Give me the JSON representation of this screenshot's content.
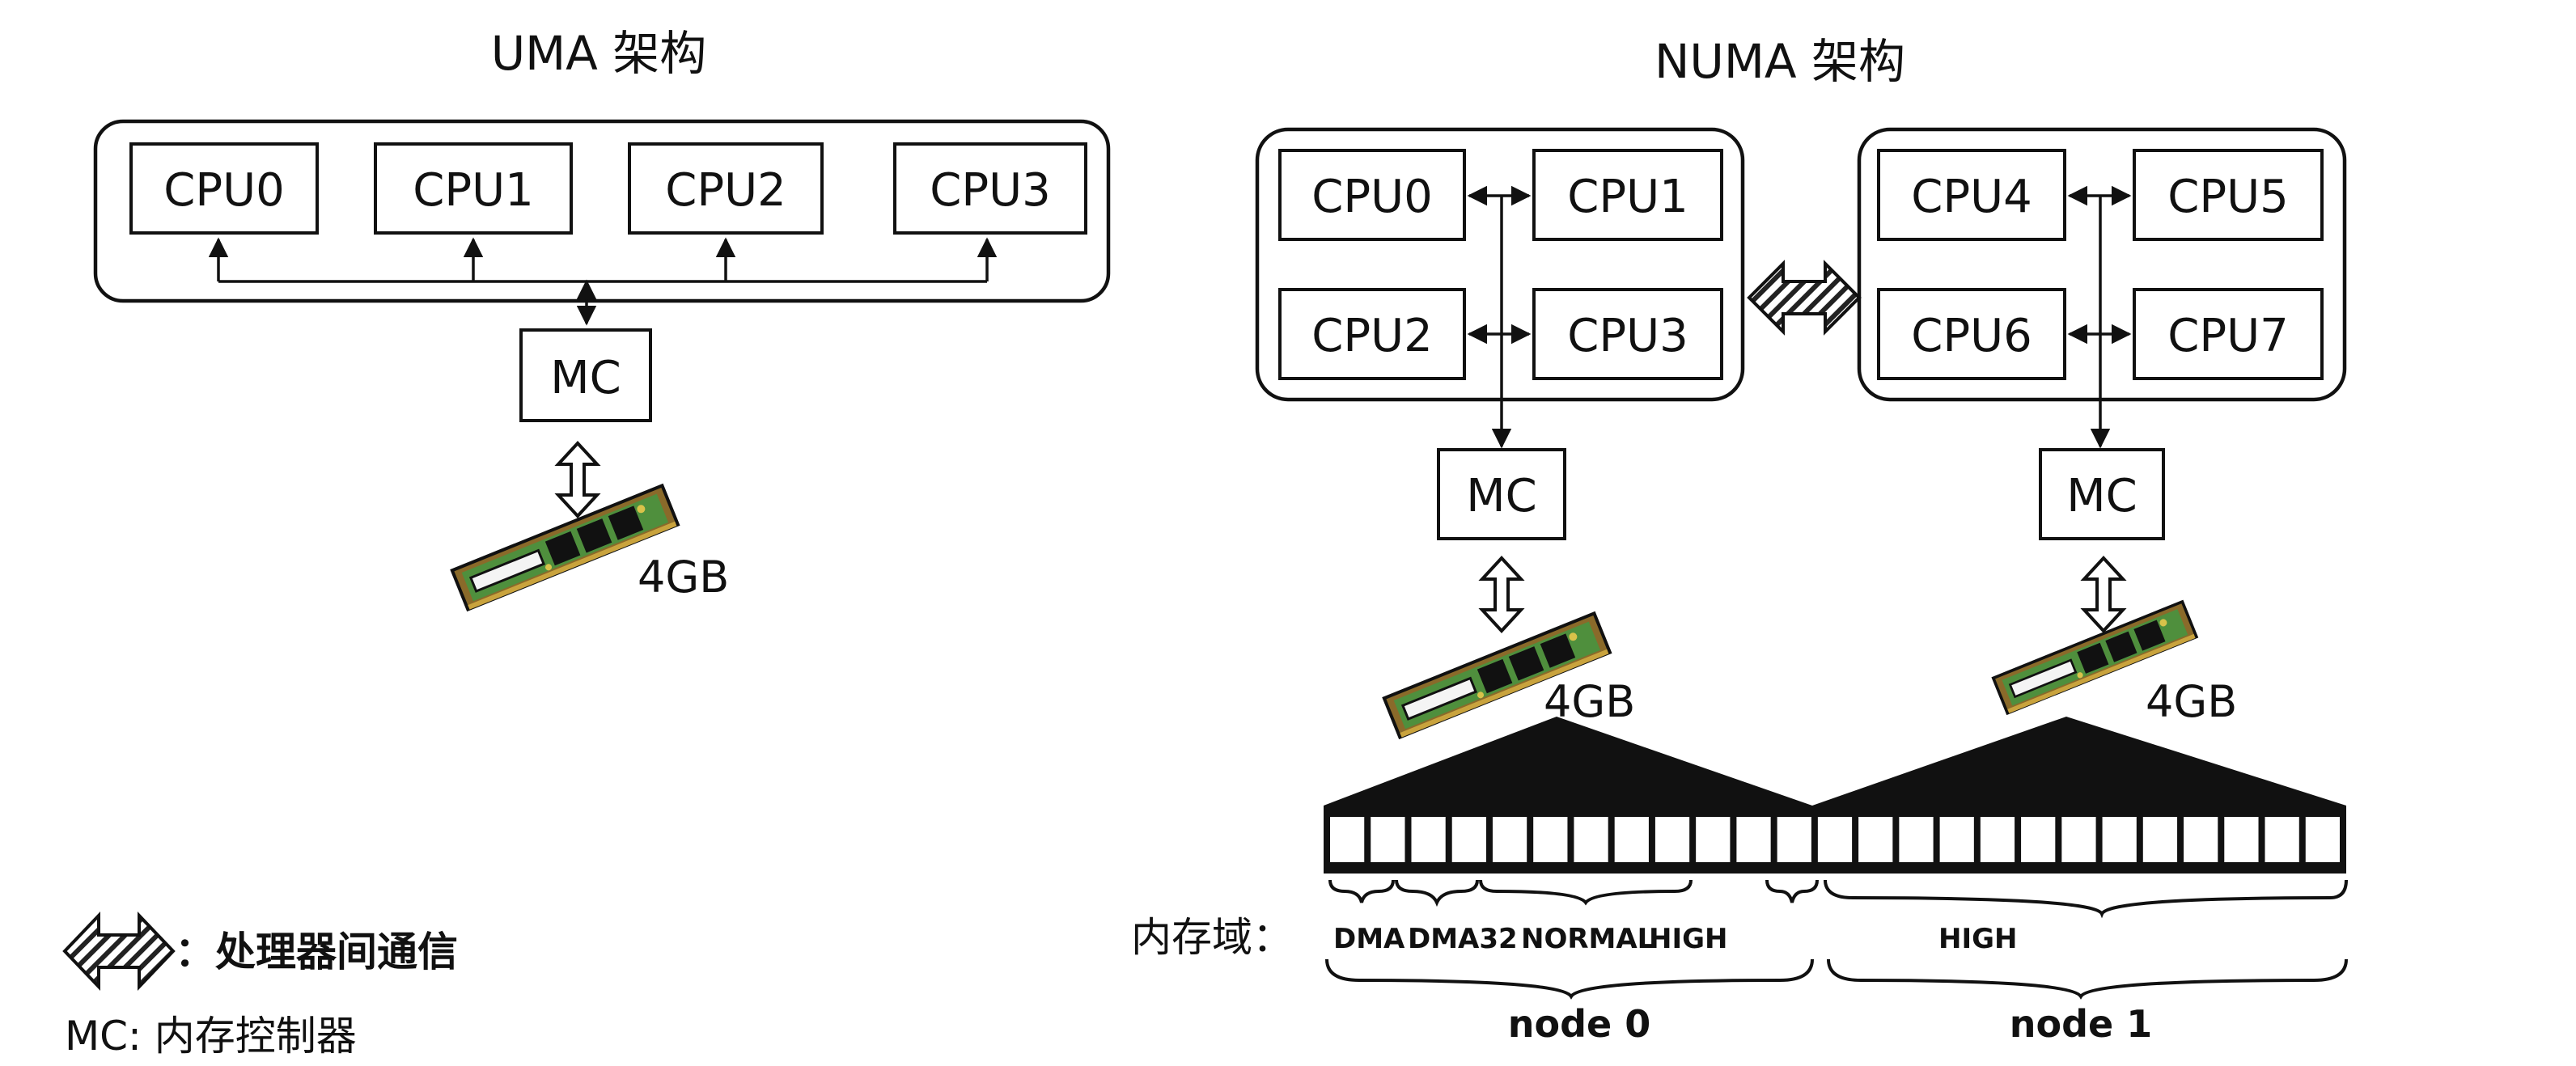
{
  "uma": {
    "title": "UMA 架构",
    "cpus": [
      "CPU0",
      "CPU1",
      "CPU2",
      "CPU3"
    ],
    "mc_label": "MC",
    "memory_size": "4GB"
  },
  "numa": {
    "title": "NUMA 架构",
    "node0_cpus": [
      "CPU0",
      "CPU1",
      "CPU2",
      "CPU3"
    ],
    "node1_cpus": [
      "CPU4",
      "CPU5",
      "CPU6",
      "CPU7"
    ],
    "node0_mc": "MC",
    "node1_mc": "MC",
    "node0_memory": "4GB",
    "node1_memory": "4GB",
    "memory_domain_label": "内存域：",
    "zones_node0": [
      "DMA",
      "DMA32",
      "NORMAL",
      "HIGH"
    ],
    "zones_node1": [
      "HIGH"
    ],
    "node0_label": "node 0",
    "node1_label": "node 1"
  },
  "legend": {
    "interconnect": "：处理器间通信",
    "mc": "MC: 内存控制器"
  },
  "icons": {
    "interconnect": "hatched-double-arrow-icon",
    "memory": "memory-module-icon",
    "bus_arrow": "double-arrow-icon"
  },
  "colors": {
    "line": "#111111",
    "pcb": "#3c8a3c",
    "memory_band": "#111111"
  }
}
